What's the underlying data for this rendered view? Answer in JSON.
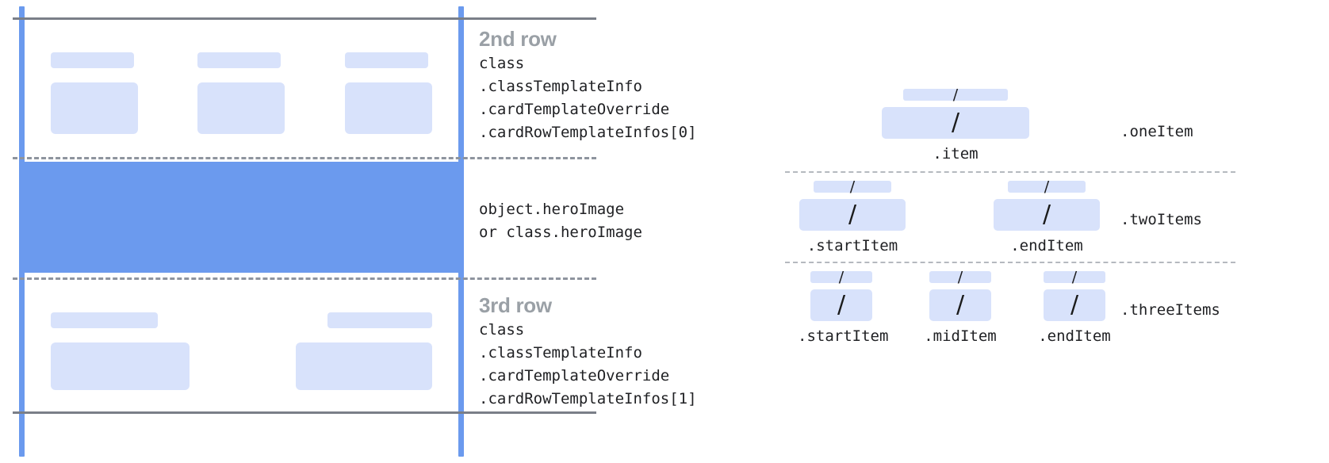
{
  "diagram": {
    "card": {
      "rows": [
        {
          "id": "second-row",
          "title": "2nd row",
          "code_lines": [
            "class",
            ".classTemplateInfo",
            ".cardTemplateOverride",
            ".cardRowTemplateInfos[0]"
          ],
          "columns": 3
        },
        {
          "id": "hero",
          "title": "",
          "code_lines": [
            "object.heroImage",
            "or class.heroImage"
          ],
          "columns": 0
        },
        {
          "id": "third-row",
          "title": "3rd row",
          "code_lines": [
            "class",
            ".classTemplateInfo",
            ".cardTemplateOverride",
            ".cardRowTemplateInfos[1]"
          ],
          "columns": 2
        }
      ]
    },
    "items": {
      "groups": [
        {
          "id": "one-item",
          "label": ".oneItem",
          "units": [
            {
              "caption": ".item",
              "glyph": "/"
            }
          ]
        },
        {
          "id": "two-items",
          "label": ".twoItems",
          "units": [
            {
              "caption": ".startItem",
              "glyph": "/"
            },
            {
              "caption": ".endItem",
              "glyph": "/"
            }
          ]
        },
        {
          "id": "three-items",
          "label": ".threeItems",
          "units": [
            {
              "caption": ".startItem",
              "glyph": "/"
            },
            {
              "caption": ".midItem",
              "glyph": "/"
            },
            {
              "caption": ".endItem",
              "glyph": "/"
            }
          ]
        }
      ]
    },
    "colors": {
      "rail_blue": "#6b9aee",
      "hero_blue": "#6b9aee",
      "chip_blue": "#d8e2fb",
      "border_grey": "#7a7f88",
      "dash_grey": "#8e949e",
      "title_grey": "#9aa0a6",
      "code_black": "#202124"
    }
  }
}
